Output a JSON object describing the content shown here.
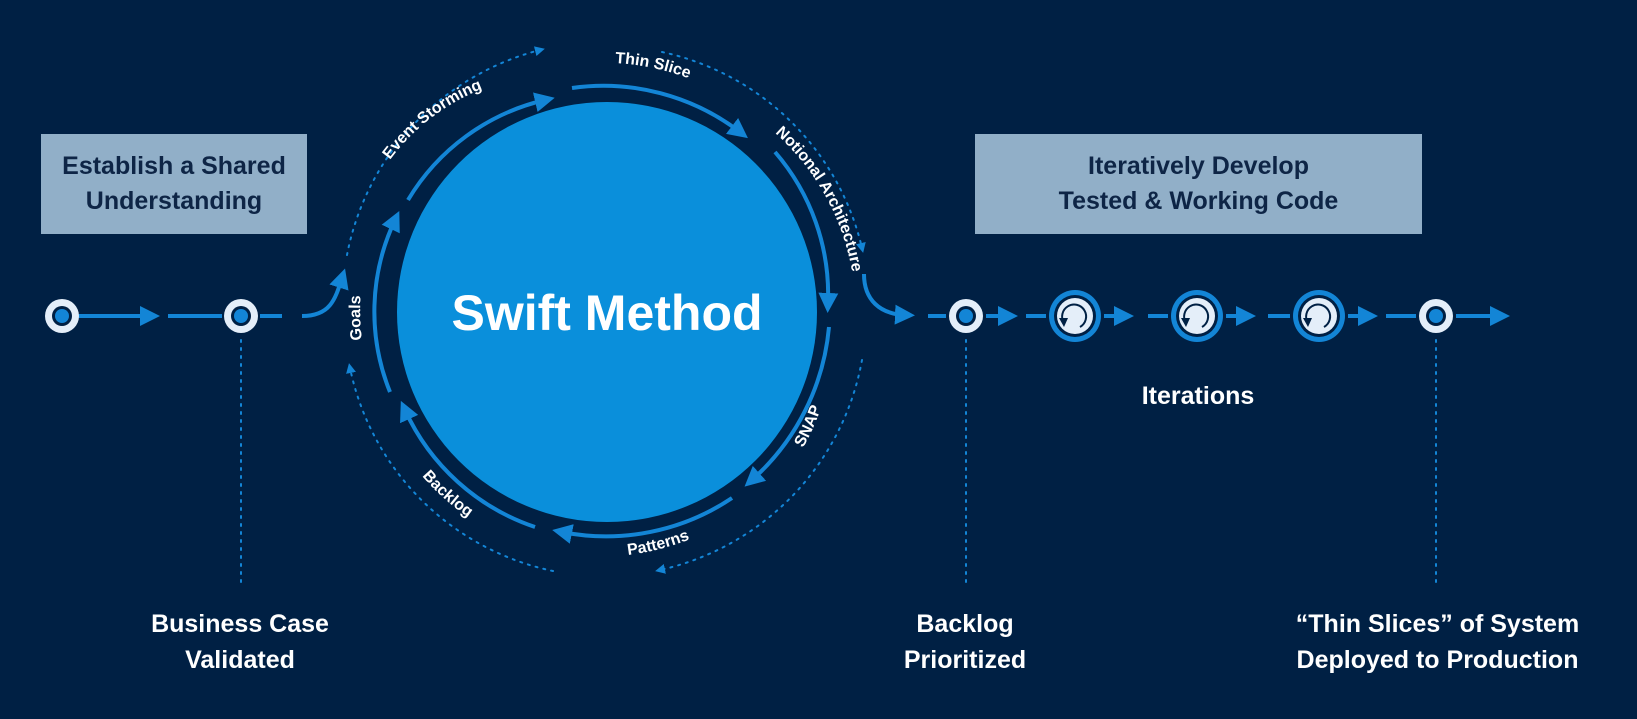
{
  "left_box": {
    "line1": "Establish a Shared",
    "line2": "Understanding"
  },
  "right_box": {
    "line1": "Iteratively Develop",
    "line2": "Tested & Working Code"
  },
  "center_title": "Swift Method",
  "ring_labels": {
    "event_storming": "Event Storming",
    "thin_slice": "Thin Slice",
    "notional_architecture": "Notional Architecture",
    "snap": "SNAP",
    "patterns": "Patterns",
    "backlog": "Backlog",
    "goals": "Goals"
  },
  "captions": {
    "business_case": {
      "line1": "Business Case",
      "line2": "Validated"
    },
    "backlog": {
      "line1": "Backlog",
      "line2": "Prioritized"
    },
    "iterations": "Iterations",
    "thin_slices": {
      "line1": "“Thin Slices” of System",
      "line2": "Deployed to Production"
    }
  },
  "colors": {
    "background": "#002044",
    "accent": "#1385D6",
    "circle": "#0A8FDB",
    "box": "#91AFC8",
    "milestone_fill": "#E4EEF9"
  }
}
